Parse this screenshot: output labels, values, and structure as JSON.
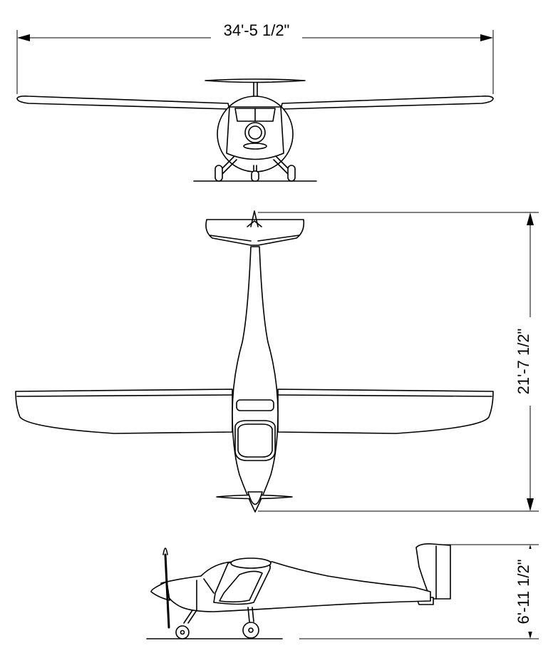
{
  "dimensions": {
    "wingspan": "34'-5 1/2\"",
    "length": "21'-7 1/2\"",
    "height": "6'-11 1/2\""
  },
  "colors": {
    "line": "#000000",
    "background": "#ffffff"
  }
}
